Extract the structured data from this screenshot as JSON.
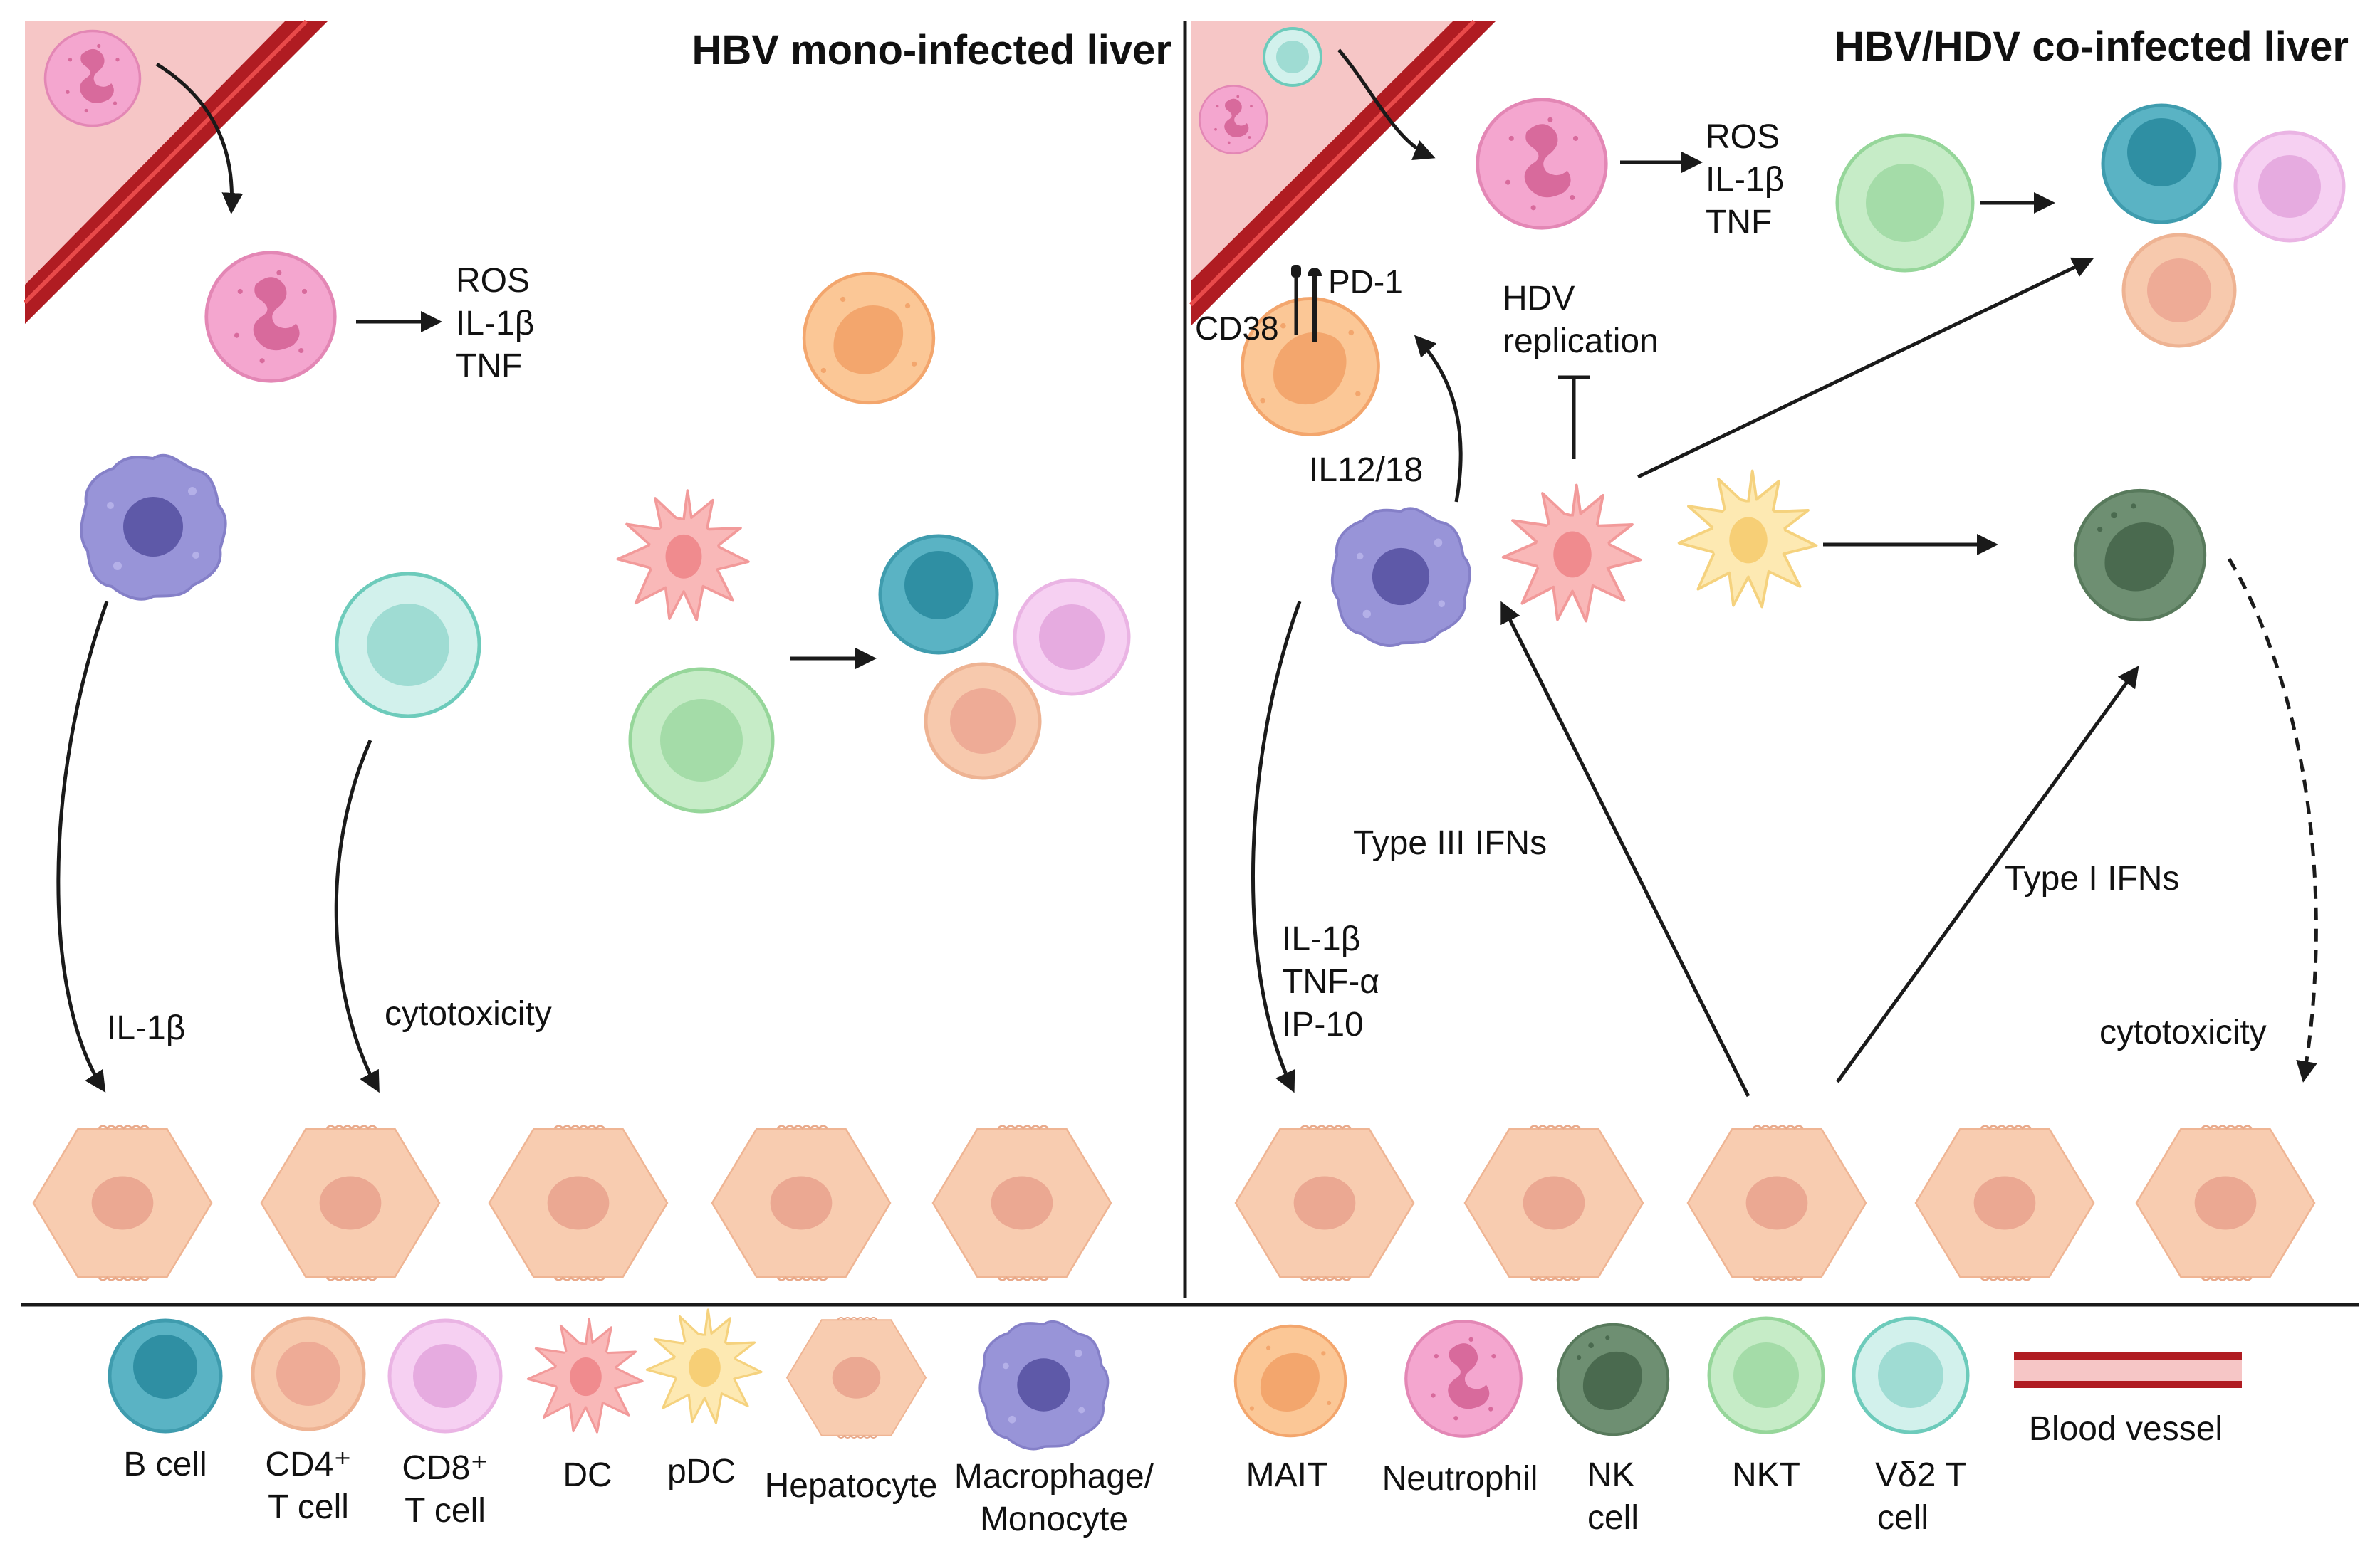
{
  "panels": {
    "left_title": "HBV mono-infected liver",
    "right_title": "HBV/HDV co-infected liver"
  },
  "left": {
    "neutrophil_products": [
      "ROS",
      "IL-1β",
      "TNF"
    ],
    "macrophage_arrow_label": "IL-1β",
    "vd2_arrow_label": "cytotoxicity"
  },
  "right": {
    "neutrophil_products": [
      "ROS",
      "IL-1β",
      "TNF"
    ],
    "mait_markers": {
      "pd1": "PD-1",
      "cd38": "CD38"
    },
    "il12_18": "IL12/18",
    "hdv_replication": [
      "HDV",
      "replication"
    ],
    "type3_ifn": "Type III IFNs",
    "type1_ifn": "Type I IFNs",
    "macrophage_products": [
      "IL-1β",
      "TNF-α",
      "IP-10"
    ],
    "nk_arrow_label": "cytotoxicity"
  },
  "legend": {
    "b_cell": [
      "B cell"
    ],
    "cd4": [
      "CD4⁺",
      "T cell"
    ],
    "cd8": [
      "CD8⁺",
      "T cell"
    ],
    "dc": [
      "DC"
    ],
    "pdc": [
      "pDC"
    ],
    "hepatocyte": [
      "Hepatocyte"
    ],
    "macrophage": [
      "Macrophage/",
      "Monocyte"
    ],
    "mait": [
      "MAIT"
    ],
    "neutrophil": [
      "Neutrophil"
    ],
    "nk": [
      "NK",
      "cell"
    ],
    "nkt": [
      "NKT"
    ],
    "vd2": [
      "Vδ2 T",
      "cell"
    ],
    "blood_vessel": [
      "Blood vessel"
    ]
  },
  "colors": {
    "b_cell": "#5ab3c4",
    "b_cell_nucleus": "#2f8fa3",
    "cd4": "#f7c9ad",
    "cd4_nucleus": "#eeab96",
    "cd8": "#f6d0f2",
    "cd8_nucleus": "#e6abe0",
    "nkt": "#c6ecc7",
    "nkt_nucleus": "#a4dca8",
    "vd2": "#d2f1ec",
    "vd2_nucleus": "#9fdcd3",
    "mait": "#fbc796",
    "mait_nucleus": "#f3a66d",
    "neutrophil": "#f4a6cf",
    "neutrophil_nucleus": "#d86a9c",
    "nk": "#6e8f72",
    "nk_nucleus": "#4a6a4f",
    "macrophage": "#9894d8",
    "macrophage_nucleus": "#5e59a8",
    "dc": "#f9b8b8",
    "dc_nucleus": "#f08b8e",
    "pdc": "#fde9b2",
    "pdc_nucleus": "#f7cf76",
    "hepatocyte": "#f8ccb0",
    "hepatocyte_nucleus": "#eba892",
    "vessel": "#b01c22",
    "vessel_lumen": "#f6c6c6"
  }
}
